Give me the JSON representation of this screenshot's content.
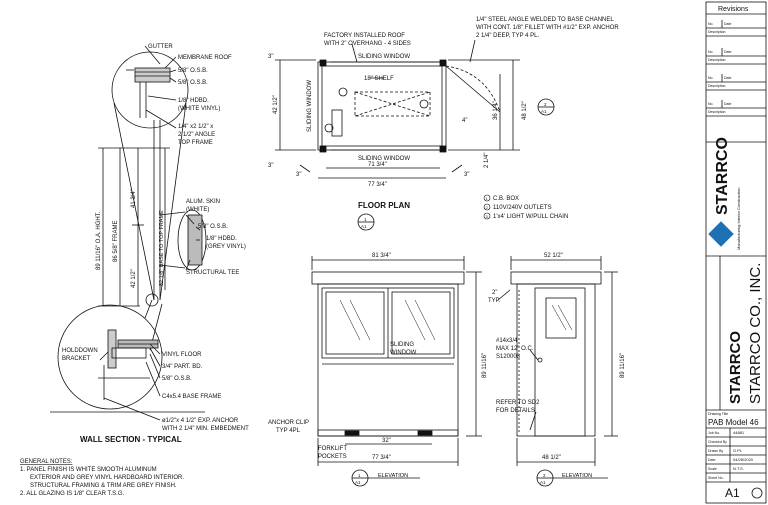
{
  "wall_section": {
    "labels": {
      "gutter": "GUTTER",
      "membrane": "MEMBRANE ROOF",
      "osb_roof1": "5/8\" O.S.B.",
      "osb_roof2": "5/8\" O.S.B.",
      "hdbd_white": "1/8\" HDBD.",
      "hdbd_white2": "(WHITE VINYL)",
      "angle1": "1/4\" x2 1/2\" x",
      "angle2": "2 1/2\" ANGLE",
      "angle3": "TOP FRAME",
      "skin1": "ALUM. SKIN",
      "skin2": "(WHITE)",
      "osb_wall": "5/8\" O.S.B.",
      "hdbd_grey1": "1/8\" HDBD.",
      "hdbd_grey2": "(GREY VINYL)",
      "tee": "STRUCTURAL TEE",
      "holddown1": "HOLDDOWN",
      "holddown2": "BRACKET",
      "vinyl": "VINYL FLOOR",
      "partbd": "3/4\" PART. BD.",
      "osb_floor": "5/8\" O.S.B.",
      "base": "C4x5.4 BASE FRAME",
      "anchor1": "ø1/2\"x 4 1/2\" EXP. ANCHOR",
      "anchor2": "WITH 2 1/4\" MIN. EMBEDMENT"
    },
    "dims": {
      "overall": "89 11/16\" O.A. HGHT.",
      "d86": "86 5/8\" FRAME",
      "d41": "41 3/4\"",
      "d42": "42 1/2\"",
      "d82": "82 1/8\" BASE TO TOP FRAME"
    },
    "title": "WALL SECTION - TYPICAL"
  },
  "notes": {
    "title": "GENERAL NOTES:",
    "lines": [
      "1. PANEL FINISH IS WHITE SMOOTH ALUMINUM",
      "   EXTERIOR AND GREY VINYL HARDBOARD INTERIOR.",
      "   STRUCTURAL FRAMING & TRIM ARE GREY FINISH.",
      "2. ALL GLAZING IS 1/8\" CLEAR T.S.G."
    ]
  },
  "floor_plan": {
    "roof_note1": "FACTORY INSTALLED ROOF",
    "roof_note2": "WITH 2\" OVERHANG - 4 SIDES",
    "angle_note1": "1/4\" STEEL ANGLE WELDED TO BASE CHANNEL",
    "angle_note2": "WITH CONT. 1/8\" FILLET WITH #1/2\" EXP. ANCHOR",
    "angle_note3": "2 1/4\" DEEP, TYP 4 PL.",
    "sliding_top": "SLIDING WINDOW",
    "sliding_bottom": "SLIDING WINDOW",
    "sliding_left": "SLIDING WINDOW",
    "shelf": "18\" SHELF",
    "d42": "42 1/2\"",
    "d36": "36 1/4\"",
    "d48": "48 1/2\"",
    "d4": "4\"",
    "d2": "2 1/4\"",
    "d3a": "3\"",
    "d3b": "3\"",
    "d3c": "3\"",
    "d3d": "3\"",
    "d71": "71 3/4\"",
    "d77": "77 3/4\"",
    "title": "FLOOR PLAN",
    "legend": [
      "C.B. BOX",
      "110V/240V OUTLETS",
      "1'x4' LIGHT W/PULL CHAIN"
    ],
    "legend_nums": [
      "1",
      "2",
      "3"
    ],
    "marker_num": "1",
    "marker_sheet": "A1",
    "marker_side_num": "2",
    "marker_side_sheet": "A1"
  },
  "front_elev": {
    "width": "81 3/4\"",
    "height": "89 11/16\"",
    "sliding1": "SLIDING",
    "sliding2": "WINDOW",
    "anchor1": "ANCHOR CLIP",
    "anchor2": "TYP 4PL",
    "fork1": "FORKLIFT",
    "fork2": "POCKETS",
    "d32": "32\"",
    "d77": "77 3/4\"",
    "title": "ELEVATION",
    "marker_num": "1",
    "marker_sheet": "A1"
  },
  "side_elev": {
    "width": "52 1/2\"",
    "height": "89 11/16\"",
    "typ1": "2\"",
    "typ2": "TYP.",
    "screw1": "#14x3/4",
    "screw2": "MAX 12\" O.C.",
    "screw3": "S120008",
    "refer1": "REFER TO SD2",
    "refer2": "FOR DETAILS",
    "d48": "48 1/2\"",
    "title": "ELEVATION",
    "marker_num": "2",
    "marker_sheet": "A1"
  },
  "title_block": {
    "revisions": "Revisions",
    "rev_rows": [
      {
        "no": "No.",
        "date": "Date",
        "desc": "Description"
      },
      {
        "no": "No.",
        "date": "Date",
        "desc": "Description"
      },
      {
        "no": "No.",
        "date": "Date",
        "desc": "Description"
      },
      {
        "no": "No.",
        "date": "Date",
        "desc": "Description"
      }
    ],
    "logo": "STARRCO",
    "logo_tag": "Manufacturing Interior Construction",
    "company_small": "STARRCO",
    "company_full": "STARRCO CO., INC.",
    "drawing_title_label": "Drawing Title",
    "drawing_title": "PAB Model 46",
    "job_label": "Job No.",
    "job": "44881",
    "checked_label": "Checked By",
    "drawn_label": "Drawn By",
    "drawn": "G.PL",
    "date_label": "Date",
    "date": "04/28/2020",
    "scale_label": "Scale",
    "scale": "N.T.S.",
    "sheet_label": "Sheet No.",
    "sheet": "A1",
    "accent": "#1f6fb5"
  }
}
